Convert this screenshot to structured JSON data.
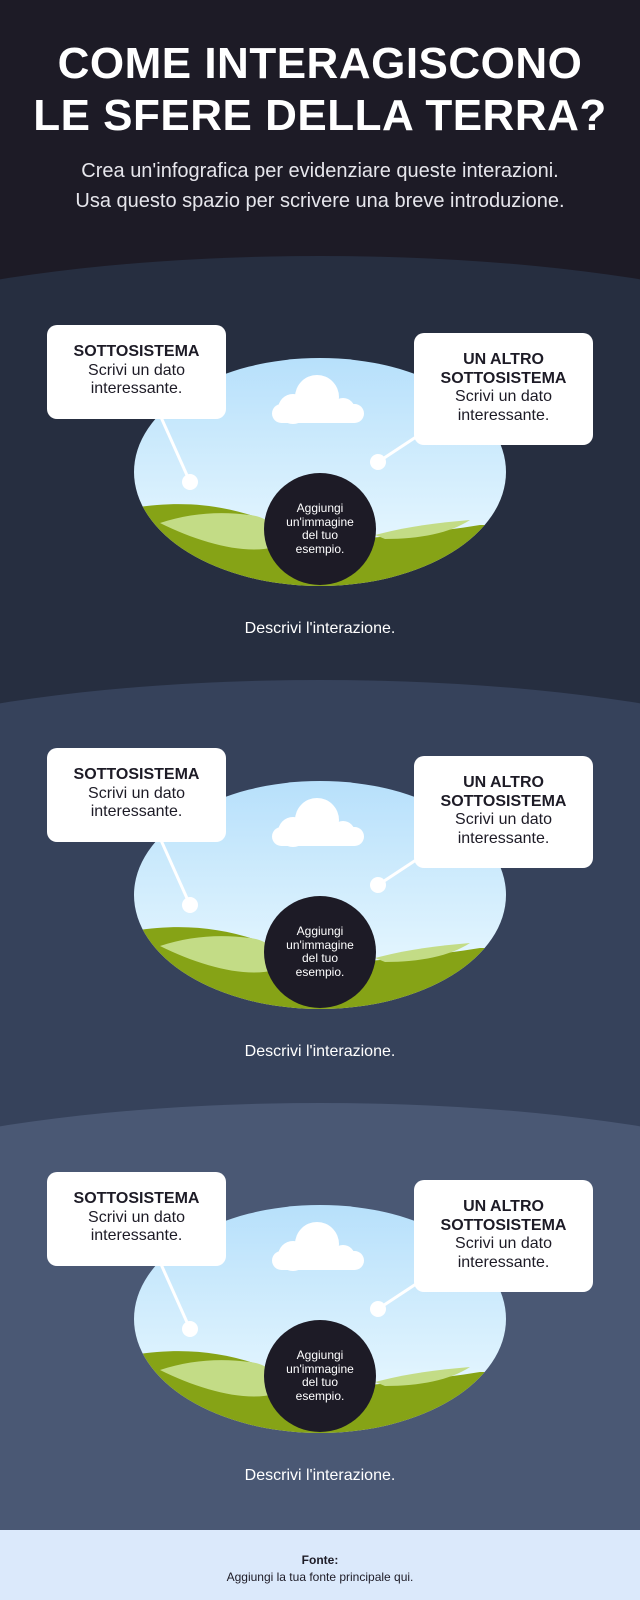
{
  "header": {
    "title_line1": "COME INTERAGISCONO",
    "title_line2": "LE SFERE DELLA TERRA?",
    "intro_line1": "Crea un'infografica per evidenziare queste interazioni.",
    "intro_line2": "Usa questo spazio per scrivere una breve introduzione."
  },
  "colors": {
    "background": "#1d1b26",
    "band_1": "#262e40",
    "band_2": "#36425b",
    "band_3": "#4a5874",
    "sky_top": "#b7e0fb",
    "sky_bottom": "#effbff",
    "grass_dark": "#86a316",
    "grass_light": "#c3dc86",
    "footer": "#dbe9fb"
  },
  "sections": [
    {
      "left_card": {
        "heading": "SOTTOSISTEMA",
        "line1": "Scrivi un dato",
        "line2": "interessante."
      },
      "right_card": {
        "heading1": "UN ALTRO",
        "heading2": "SOTTOSISTEMA",
        "line1": "Scrivi un dato",
        "line2": "interessante."
      },
      "image_badge": {
        "line1": "Aggiungi",
        "line2": "un'immagine",
        "line3": "del tuo",
        "line4": "esempio."
      },
      "description": "Descrivi l'interazione."
    },
    {
      "left_card": {
        "heading": "SOTTOSISTEMA",
        "line1": "Scrivi un dato",
        "line2": "interessante."
      },
      "right_card": {
        "heading1": "UN ALTRO",
        "heading2": "SOTTOSISTEMA",
        "line1": "Scrivi un dato",
        "line2": "interessante."
      },
      "image_badge": {
        "line1": "Aggiungi",
        "line2": "un'immagine",
        "line3": "del tuo",
        "line4": "esempio."
      },
      "description": "Descrivi l'interazione."
    },
    {
      "left_card": {
        "heading": "SOTTOSISTEMA",
        "line1": "Scrivi un dato",
        "line2": "interessante."
      },
      "right_card": {
        "heading1": "UN ALTRO",
        "heading2": "SOTTOSISTEMA",
        "line1": "Scrivi un dato",
        "line2": "interessante."
      },
      "image_badge": {
        "line1": "Aggiungi",
        "line2": "un'immagine",
        "line3": "del tuo",
        "line4": "esempio."
      },
      "description": "Descrivi l'interazione."
    }
  ],
  "footer": {
    "label": "Fonte:",
    "text": "Aggiungi la tua fonte principale qui."
  }
}
